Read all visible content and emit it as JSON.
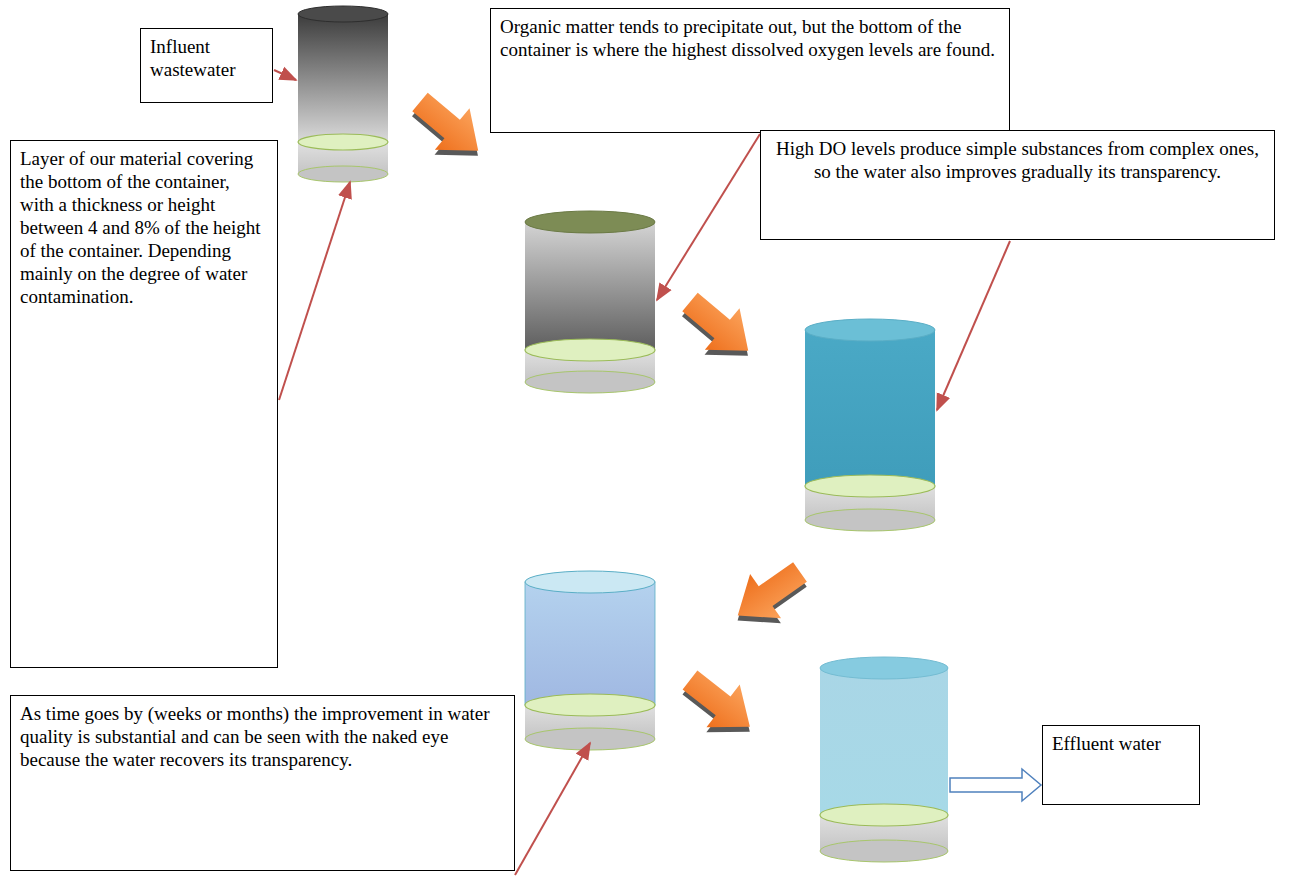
{
  "diagram": {
    "nodes": [
      {
        "text": [
          "Influent wastewater"
        ]
      },
      {
        "text": [
          "Layer of our material covering the bottom of the container, with a thickness or height between 4 and 8% of the height of the container. Depending mainly on the degree of water contamination."
        ]
      },
      {
        "text": [
          "Organic matter tends to precipitate out, but the bottom of the container is where the highest dissolved oxygen levels are found."
        ]
      },
      {
        "text": [
          "High DO levels produce simple substances from complex ones, so the water also improves gradually its transparency."
        ]
      },
      {
        "text": [
          "As time goes by (weeks or months) the improvement in water quality is substantial and can be seen with the naked eye because the water recovers its transparency."
        ]
      },
      {
        "text": [
          "Effluent water"
        ]
      }
    ]
  }
}
